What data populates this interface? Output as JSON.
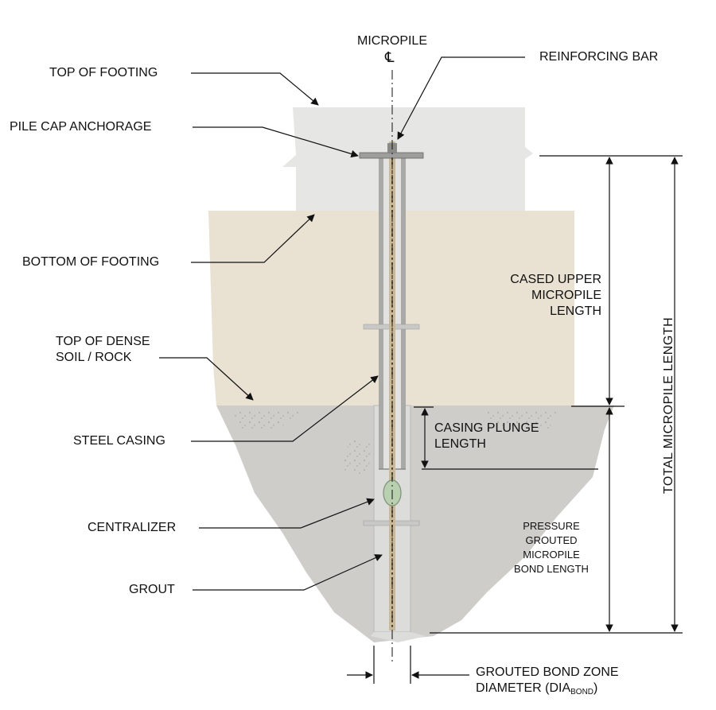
{
  "diagram": {
    "centerline_label": "MICROPILE",
    "centerline_symbol": "℄",
    "labels": {
      "top_of_footing": "TOP OF FOOTING",
      "pile_cap_anchorage": "PILE CAP ANCHORAGE",
      "bottom_of_footing": "BOTTOM OF FOOTING",
      "top_of_dense_1": "TOP OF DENSE",
      "top_of_dense_2": "SOIL / ROCK",
      "steel_casing": "STEEL CASING",
      "centralizer": "CENTRALIZER",
      "grout": "GROUT",
      "reinforcing_bar": "REINFORCING BAR",
      "cased_upper_1": "CASED UPPER",
      "cased_upper_2": "MICROPILE",
      "cased_upper_3": "LENGTH",
      "casing_plunge_1": "CASING PLUNGE",
      "casing_plunge_2": "LENGTH",
      "pressure_1": "PRESSURE",
      "pressure_2": "GROUTED",
      "pressure_3": "MICROPILE",
      "pressure_4": "BOND LENGTH",
      "total_length": "TOTAL MICROPILE LENGTH",
      "bond_zone_1": "GROUTED BOND ZONE",
      "bond_zone_2_pre": "DIAMETER  (DIA",
      "bond_zone_2_sub": "BOND",
      "bond_zone_2_post": ")"
    },
    "colors": {
      "footing": "#e6e6e4",
      "soil": "#e9e1d2",
      "rock": "#cfcdc9",
      "grout": "#d9d9d7",
      "casing": "#a9a9a7",
      "rebar": "#9a8a6a",
      "line": "#111111"
    }
  }
}
